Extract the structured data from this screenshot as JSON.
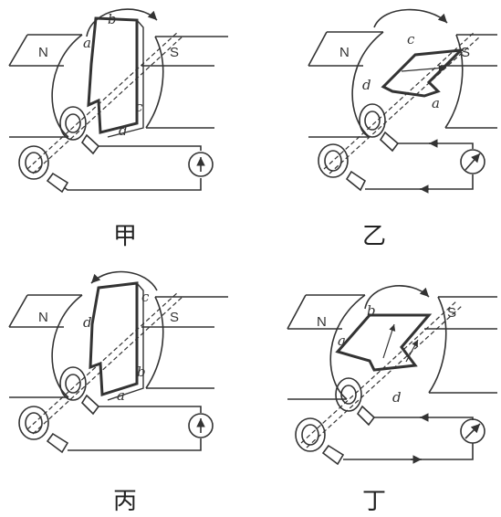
{
  "panels": [
    {
      "id": "jia",
      "caption": "甲",
      "pole_n": "N",
      "pole_s": "S",
      "side_labels": [
        "a",
        "b",
        "c",
        "d"
      ]
    },
    {
      "id": "yi",
      "caption": "乙",
      "pole_n": "N",
      "pole_s": "S",
      "side_labels": [
        "a",
        "c",
        "d"
      ]
    },
    {
      "id": "bing",
      "caption": "丙",
      "pole_n": "N",
      "pole_s": "S",
      "side_labels": [
        "a",
        "b",
        "c",
        "d"
      ]
    },
    {
      "id": "ding",
      "caption": "丁",
      "pole_n": "N",
      "pole_s": "S",
      "side_labels": [
        "a",
        "b",
        "d"
      ]
    }
  ],
  "meter_icon": "galvanometer-icon",
  "ink_color": "#333333"
}
